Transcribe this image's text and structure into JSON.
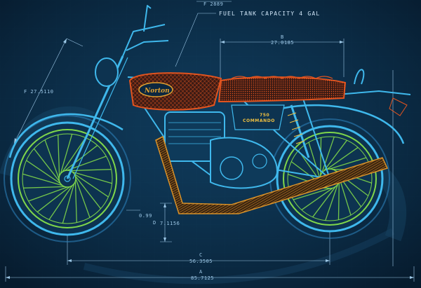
{
  "callout": {
    "fuel_tank": "FUEL TANK CAPACITY 4 GAL"
  },
  "badges": {
    "tank_logo": "Norton",
    "model_number": "750",
    "model_name": "COMMANDO"
  },
  "dimensions": {
    "top_label": "F 2889",
    "tank_letter": "B",
    "tank_length": "27.0185",
    "fork_length": "F 27.5110",
    "ground_clearance_letter": "D",
    "ground_clearance": "7.1156",
    "wheel_side": "0.99",
    "wheelbase_letter": "C",
    "wheelbase": "56.3505",
    "overall_letter": "A",
    "overall_length": "85.7125"
  },
  "colors": {
    "background": "#0b2740",
    "frame": "#3fb8ec",
    "wheels": "#7fd64a",
    "tank_seat": "#e2541f",
    "exhaust": "#d9922a",
    "dimension_lines": "#9cc7e6"
  }
}
